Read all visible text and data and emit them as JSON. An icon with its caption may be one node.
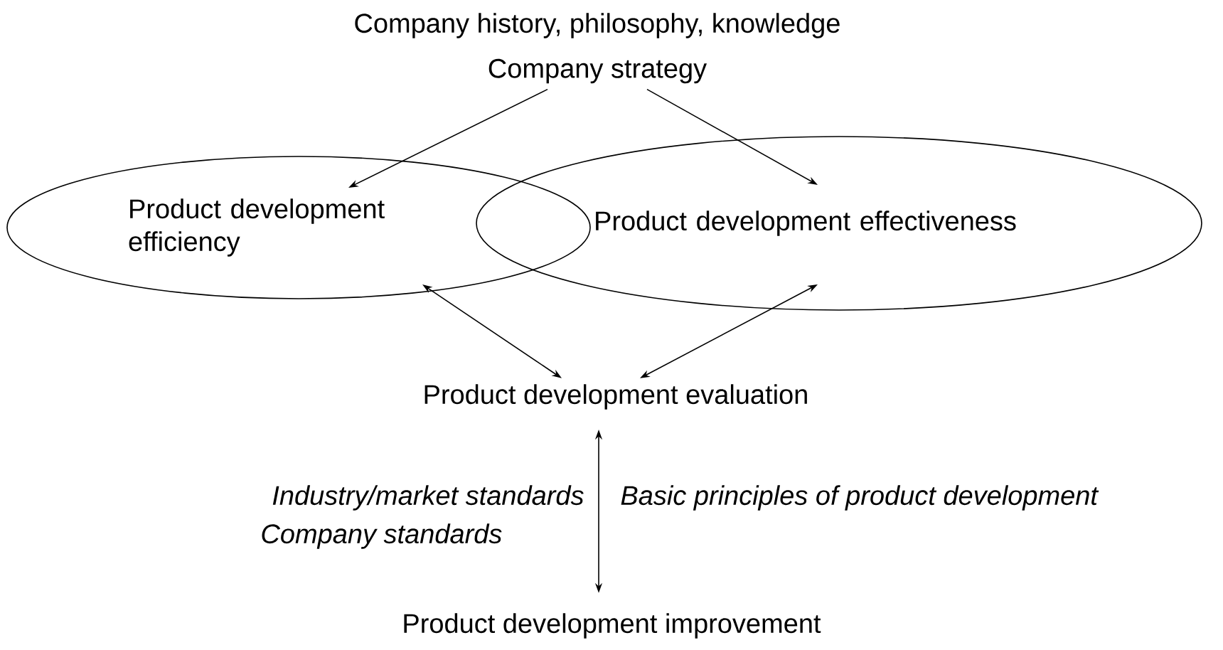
{
  "diagram": {
    "nodes": [
      {
        "text": [
          "Company strategy"
        ]
      },
      {
        "text": [
          "Product development efficiency"
        ]
      },
      {
        "text": [
          "Product development effectiveness"
        ]
      },
      {
        "text": [
          "Product development evaluation"
        ]
      },
      {
        "text": [
          "Product development improvement"
        ]
      }
    ],
    "edges": [
      {
        "from": 0,
        "to": 1,
        "arrow": "to"
      },
      {
        "from": 0,
        "to": 2,
        "arrow": "to"
      },
      {
        "from": 3,
        "to": 1,
        "arrow": "both"
      },
      {
        "from": 3,
        "to": 2,
        "arrow": "both"
      },
      {
        "from": 3,
        "to": 4,
        "arrow": "both"
      }
    ],
    "labels": [
      "Company history, philosophy, knowledge",
      "Industry/market standards",
      "Basic principles of product development",
      "Company standards"
    ]
  }
}
